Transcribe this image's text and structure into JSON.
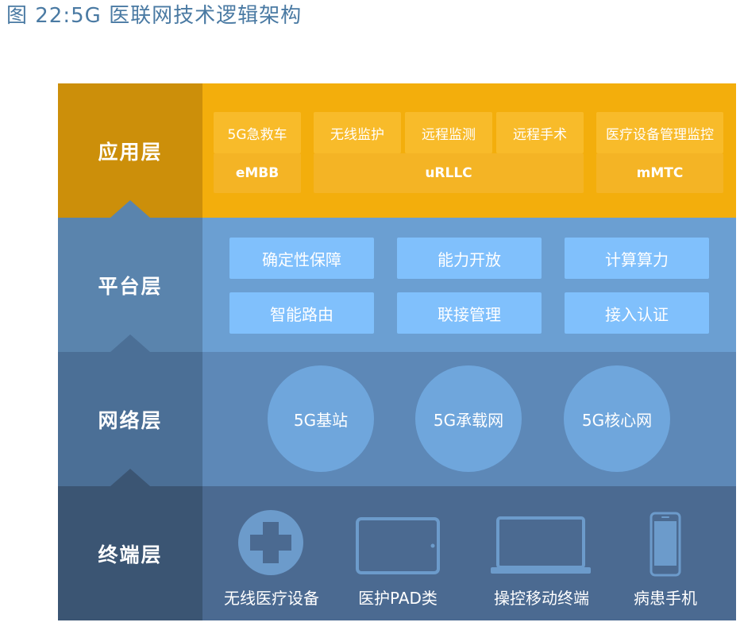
{
  "title": "图 22:5G 医联网技术逻辑架构",
  "colors": {
    "title": "#4a7aa3",
    "app_label": "#cc8f0a",
    "app_body": "#f3ae0c",
    "platform_label": "#5a84ad",
    "platform_body": "#6b9fd2",
    "network_label": "#4b6f96",
    "network_body": "#5d88b7",
    "terminal_label": "#3b5573",
    "terminal_body": "#4b6a91"
  },
  "layers": {
    "application": {
      "label": "应用层",
      "items": [
        "5G急救车",
        "无线监护",
        "远程监测",
        "远程手术",
        "医疗设备管理监控"
      ],
      "groups": [
        "eMBB",
        "uRLLC",
        "mMTC"
      ]
    },
    "platform": {
      "label": "平台层",
      "items": [
        "确定性保障",
        "能力开放",
        "计算算力",
        "智能路由",
        "联接管理",
        "接入认证"
      ]
    },
    "network": {
      "label": "网络层",
      "items": [
        "5G基站",
        "5G承载网",
        "5G核心网"
      ]
    },
    "terminal": {
      "label": "终端层",
      "items": [
        {
          "label": "无线医疗设备",
          "icon": "medical-cross-icon"
        },
        {
          "label": "医护PAD类",
          "icon": "tablet-icon"
        },
        {
          "label": "操控移动终端",
          "icon": "laptop-icon"
        },
        {
          "label": "病患手机",
          "icon": "phone-icon"
        }
      ]
    }
  }
}
